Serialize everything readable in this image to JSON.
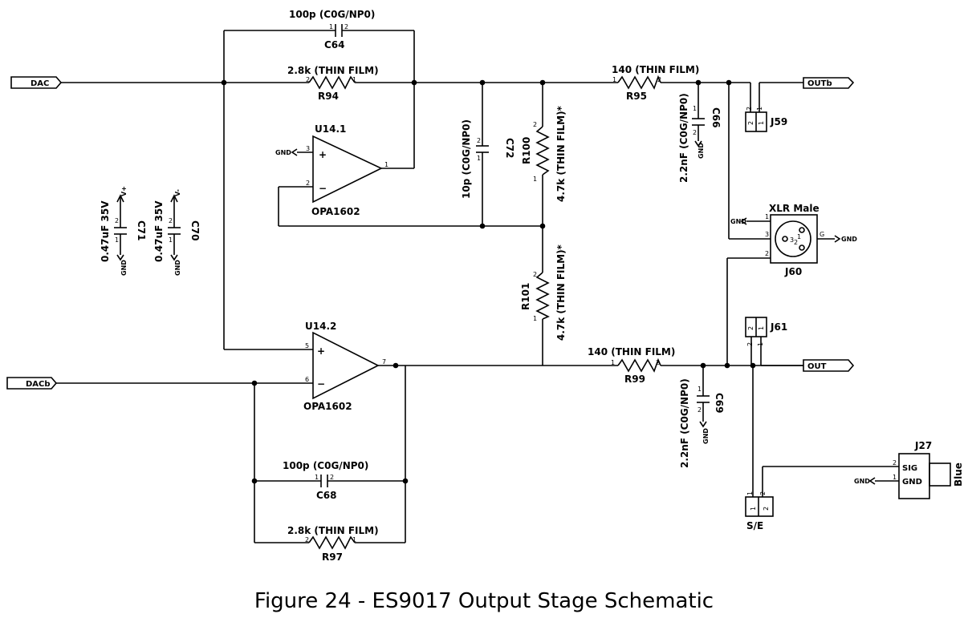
{
  "caption": "Figure 24 - ES9017 Output Stage Schematic",
  "ports": {
    "dac": "DAC",
    "dacb": "DACb",
    "outb": "OUTb",
    "out": "OUT"
  },
  "components": {
    "c64": {
      "ref": "C64",
      "value": "100p (C0G/NP0)",
      "pin1": "1",
      "pin2": "2"
    },
    "r94": {
      "ref": "R94",
      "value": "2.8k (THIN FILM)",
      "pin1": "1",
      "pin2": "2"
    },
    "u14_1": {
      "ref": "U14.1",
      "part": "OPA1602",
      "pin_in_p": "3",
      "pin_in_n": "2",
      "pin_out": "1",
      "sym_p": "+",
      "sym_n": "−"
    },
    "u14_2": {
      "ref": "U14.2",
      "part": "OPA1602",
      "pin_in_p": "5",
      "pin_in_n": "6",
      "pin_out": "7",
      "sym_p": "+",
      "sym_n": "−"
    },
    "c72": {
      "ref": "C72",
      "value": "10p (C0G/NP0)",
      "pin1": "1",
      "pin2": "2"
    },
    "r100": {
      "ref": "R100",
      "value": "4.7k (THIN FILM)*",
      "pin1": "1",
      "pin2": "2"
    },
    "r101": {
      "ref": "R101",
      "value": "4.7k (THIN FILM)*",
      "pin1": "1",
      "pin2": "2"
    },
    "r95": {
      "ref": "R95",
      "value": "140 (THIN FILM)",
      "pin1": "1",
      "pin2": "2"
    },
    "r99": {
      "ref": "R99",
      "value": "140 (THIN FILM)",
      "pin1": "1",
      "pin2": "2"
    },
    "c66": {
      "ref": "C66",
      "value": "2.2nF (C0G/NP0)",
      "pin1": "1",
      "pin2": "2"
    },
    "c69": {
      "ref": "C69",
      "value": "2.2nF (C0G/NP0)",
      "pin1": "1",
      "pin2": "2"
    },
    "c71": {
      "ref": "C71",
      "value": "0.47uF 35V",
      "pin1": "1",
      "pin2": "2",
      "rail": "V+"
    },
    "c70": {
      "ref": "C70",
      "value": "0.47uF 35V",
      "pin1": "1",
      "pin2": "2",
      "rail": "V-"
    },
    "c68": {
      "ref": "C68",
      "value": "100p (C0G/NP0)",
      "pin1": "1",
      "pin2": "2"
    },
    "r97": {
      "ref": "R97",
      "value": "2.8k (THIN FILM)",
      "pin1": "1",
      "pin2": "2"
    },
    "j59": {
      "ref": "J59",
      "pin1": "1",
      "pin2": "2"
    },
    "j61": {
      "ref": "J61",
      "pin1": "1",
      "pin2": "2"
    },
    "se": {
      "ref": "S/E",
      "pin1": "1",
      "pin2": "2"
    },
    "j60": {
      "ref": "J60",
      "title": "XLR Male",
      "pin1": "1",
      "pin2": "2",
      "pin3": "3",
      "pin_g": "G",
      "inner1": "1",
      "inner2": "2",
      "inner3": "3"
    },
    "j27": {
      "ref": "J27",
      "sig": "SIG",
      "gnd": "GND",
      "color": "Blue",
      "pin1": "1",
      "pin2": "2"
    }
  },
  "gnd_label": "GND"
}
